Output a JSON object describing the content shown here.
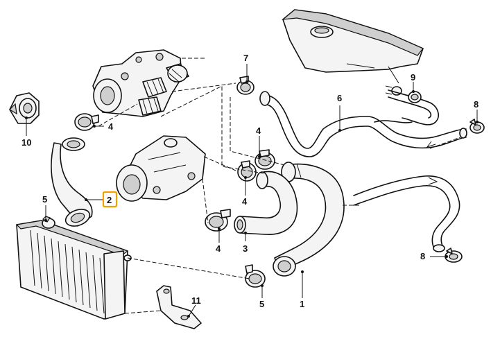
{
  "callouts": [
    {
      "id": "c1",
      "text": "1"
    },
    {
      "id": "c2",
      "text": "2",
      "highlighted": true
    },
    {
      "id": "c3",
      "text": "3"
    },
    {
      "id": "c4a",
      "text": "4"
    },
    {
      "id": "c4b",
      "text": "4"
    },
    {
      "id": "c4c",
      "text": "4"
    },
    {
      "id": "c4d",
      "text": "4"
    },
    {
      "id": "c5a",
      "text": "5"
    },
    {
      "id": "c5b",
      "text": "5"
    },
    {
      "id": "c6",
      "text": "6"
    },
    {
      "id": "c7",
      "text": "7"
    },
    {
      "id": "c8a",
      "text": "8"
    },
    {
      "id": "c8b",
      "text": "8"
    },
    {
      "id": "c9",
      "text": "9"
    },
    {
      "id": "c10",
      "text": "10"
    },
    {
      "id": "c11",
      "text": "11"
    }
  ],
  "colors": {
    "line": "#111111",
    "highlight": "#f2a000",
    "fill": "#f4f4f4",
    "shade": "#cfcfcf"
  }
}
